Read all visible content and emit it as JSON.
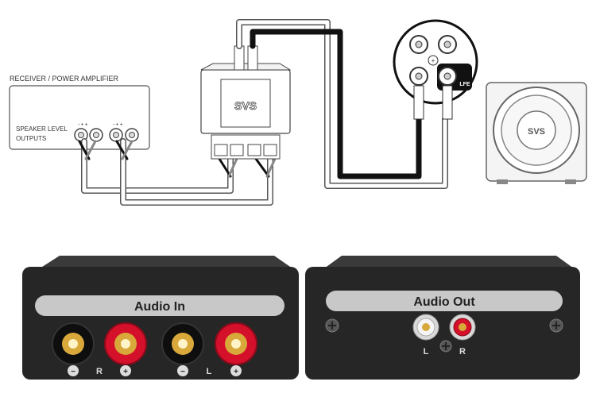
{
  "diagram": {
    "receiver_title": "RECEIVER / POWER AMPLIFIER",
    "speaker_outputs_line1": "SPEAKER LEVEL",
    "speaker_outputs_line2": "OUTPUTS",
    "brand": "SVS",
    "lfe_label": "LFE"
  },
  "photos": {
    "audio_in": {
      "label": "Audio In",
      "terminals": [
        "−",
        "R",
        "+",
        "−",
        "L",
        "+"
      ]
    },
    "audio_out": {
      "label": "Audio Out",
      "left": "L",
      "right": "R"
    }
  },
  "colors": {
    "cable_black": "#111111",
    "cable_white": "#ffffff",
    "outline": "#4a4a4a",
    "box_dark": "#2a2a2a",
    "label_plate": "#c8c8c8",
    "red_terminal": "#d4102a",
    "gold": "#d8a93a"
  }
}
